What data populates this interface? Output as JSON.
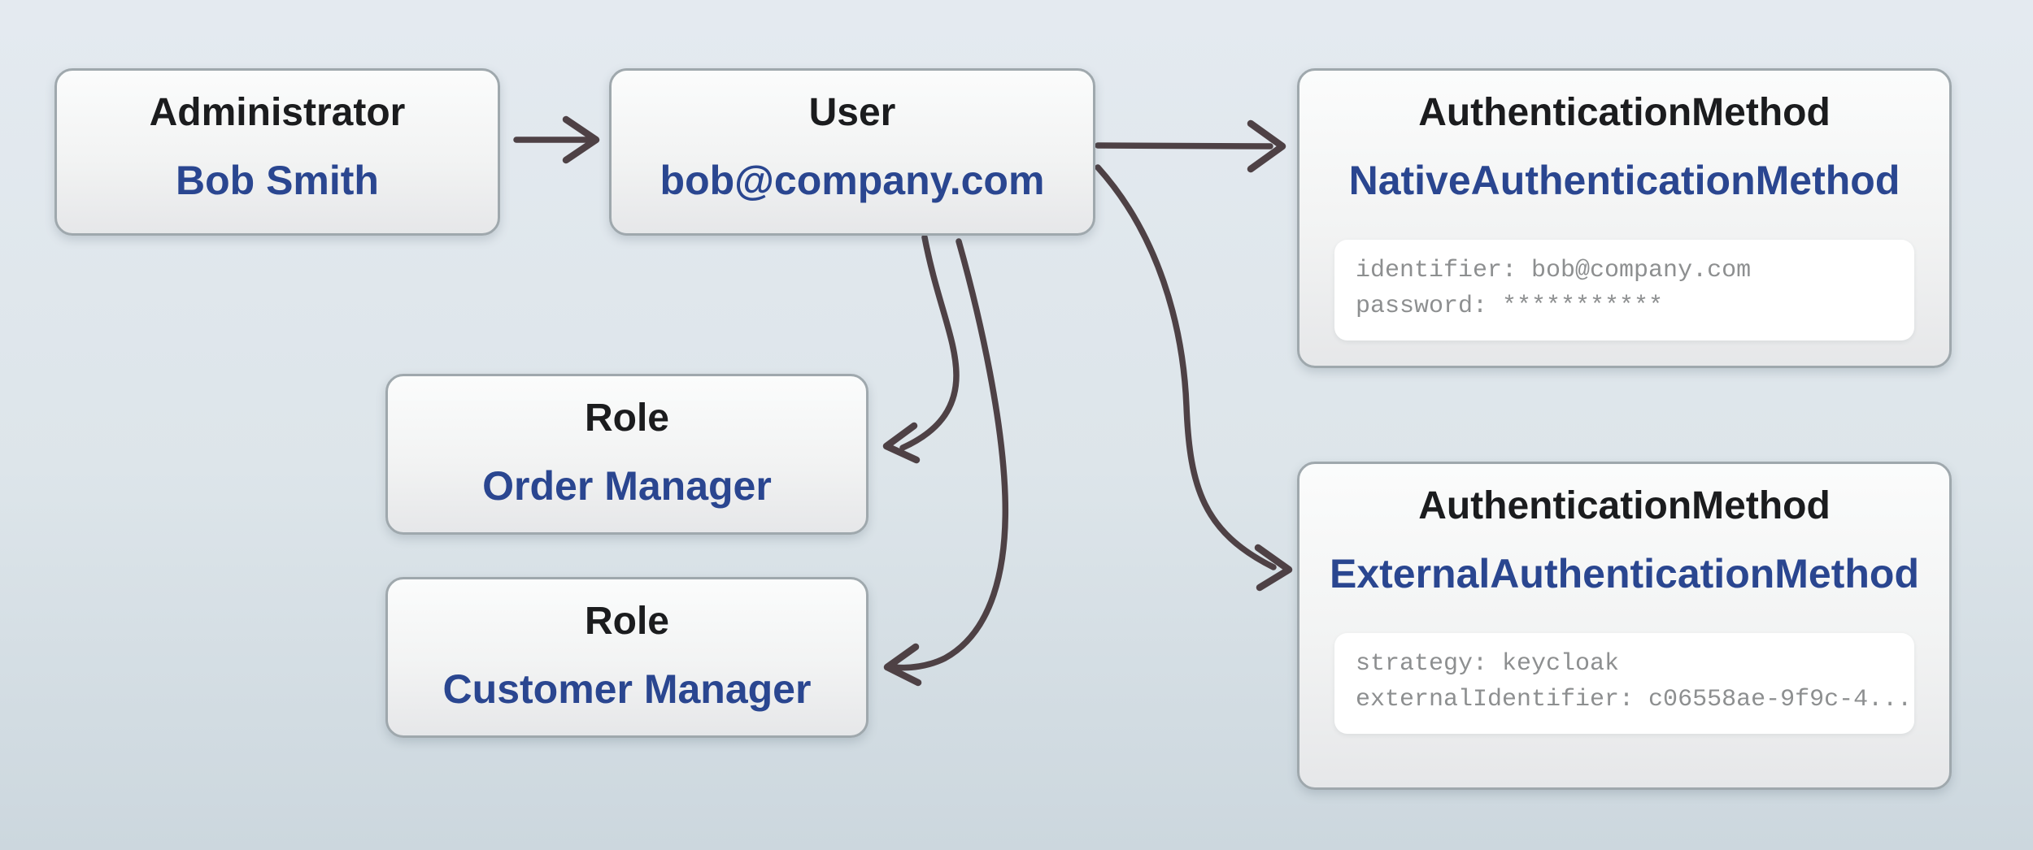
{
  "colors": {
    "background_top": "#e4eaf0",
    "background_bottom": "#ccd7de",
    "box_border": "#9fa8ad",
    "title_text": "#1b1c1e",
    "value_text": "#2a4690",
    "code_bg": "#ffffff",
    "code_text": "#8d8f90",
    "arrow": "#4e4145"
  },
  "nodes": [
    {
      "id": "administrator",
      "title": "Administrator",
      "value": "Bob Smith"
    },
    {
      "id": "user",
      "title": "User",
      "value": "bob@company.com"
    },
    {
      "id": "native-auth-method",
      "title": "AuthenticationMethod",
      "value": "NativeAuthenticationMethod",
      "code_lines": [
        "identifier: bob@company.com",
        "password: ***********"
      ]
    },
    {
      "id": "role-order-manager",
      "title": "Role",
      "value": "Order Manager"
    },
    {
      "id": "role-customer-manager",
      "title": "Role",
      "value": "Customer Manager"
    },
    {
      "id": "external-auth-method",
      "title": "AuthenticationMethod",
      "value": "ExternalAuthenticationMethod",
      "code_lines": [
        "strategy: keycloak",
        "externalIdentifier: c06558ae-9f9c-4..."
      ]
    }
  ],
  "edges": [
    {
      "id": "edge-administrator-user",
      "from": "administrator",
      "to": "user"
    },
    {
      "id": "edge-user-native-auth-method",
      "from": "user",
      "to": "native-auth-method"
    },
    {
      "id": "edge-user-role-order-manager",
      "from": "user",
      "to": "role-order-manager"
    },
    {
      "id": "edge-user-role-customer-manager",
      "from": "user",
      "to": "role-customer-manager"
    },
    {
      "id": "edge-user-external-auth-method",
      "from": "user",
      "to": "external-auth-method"
    }
  ]
}
